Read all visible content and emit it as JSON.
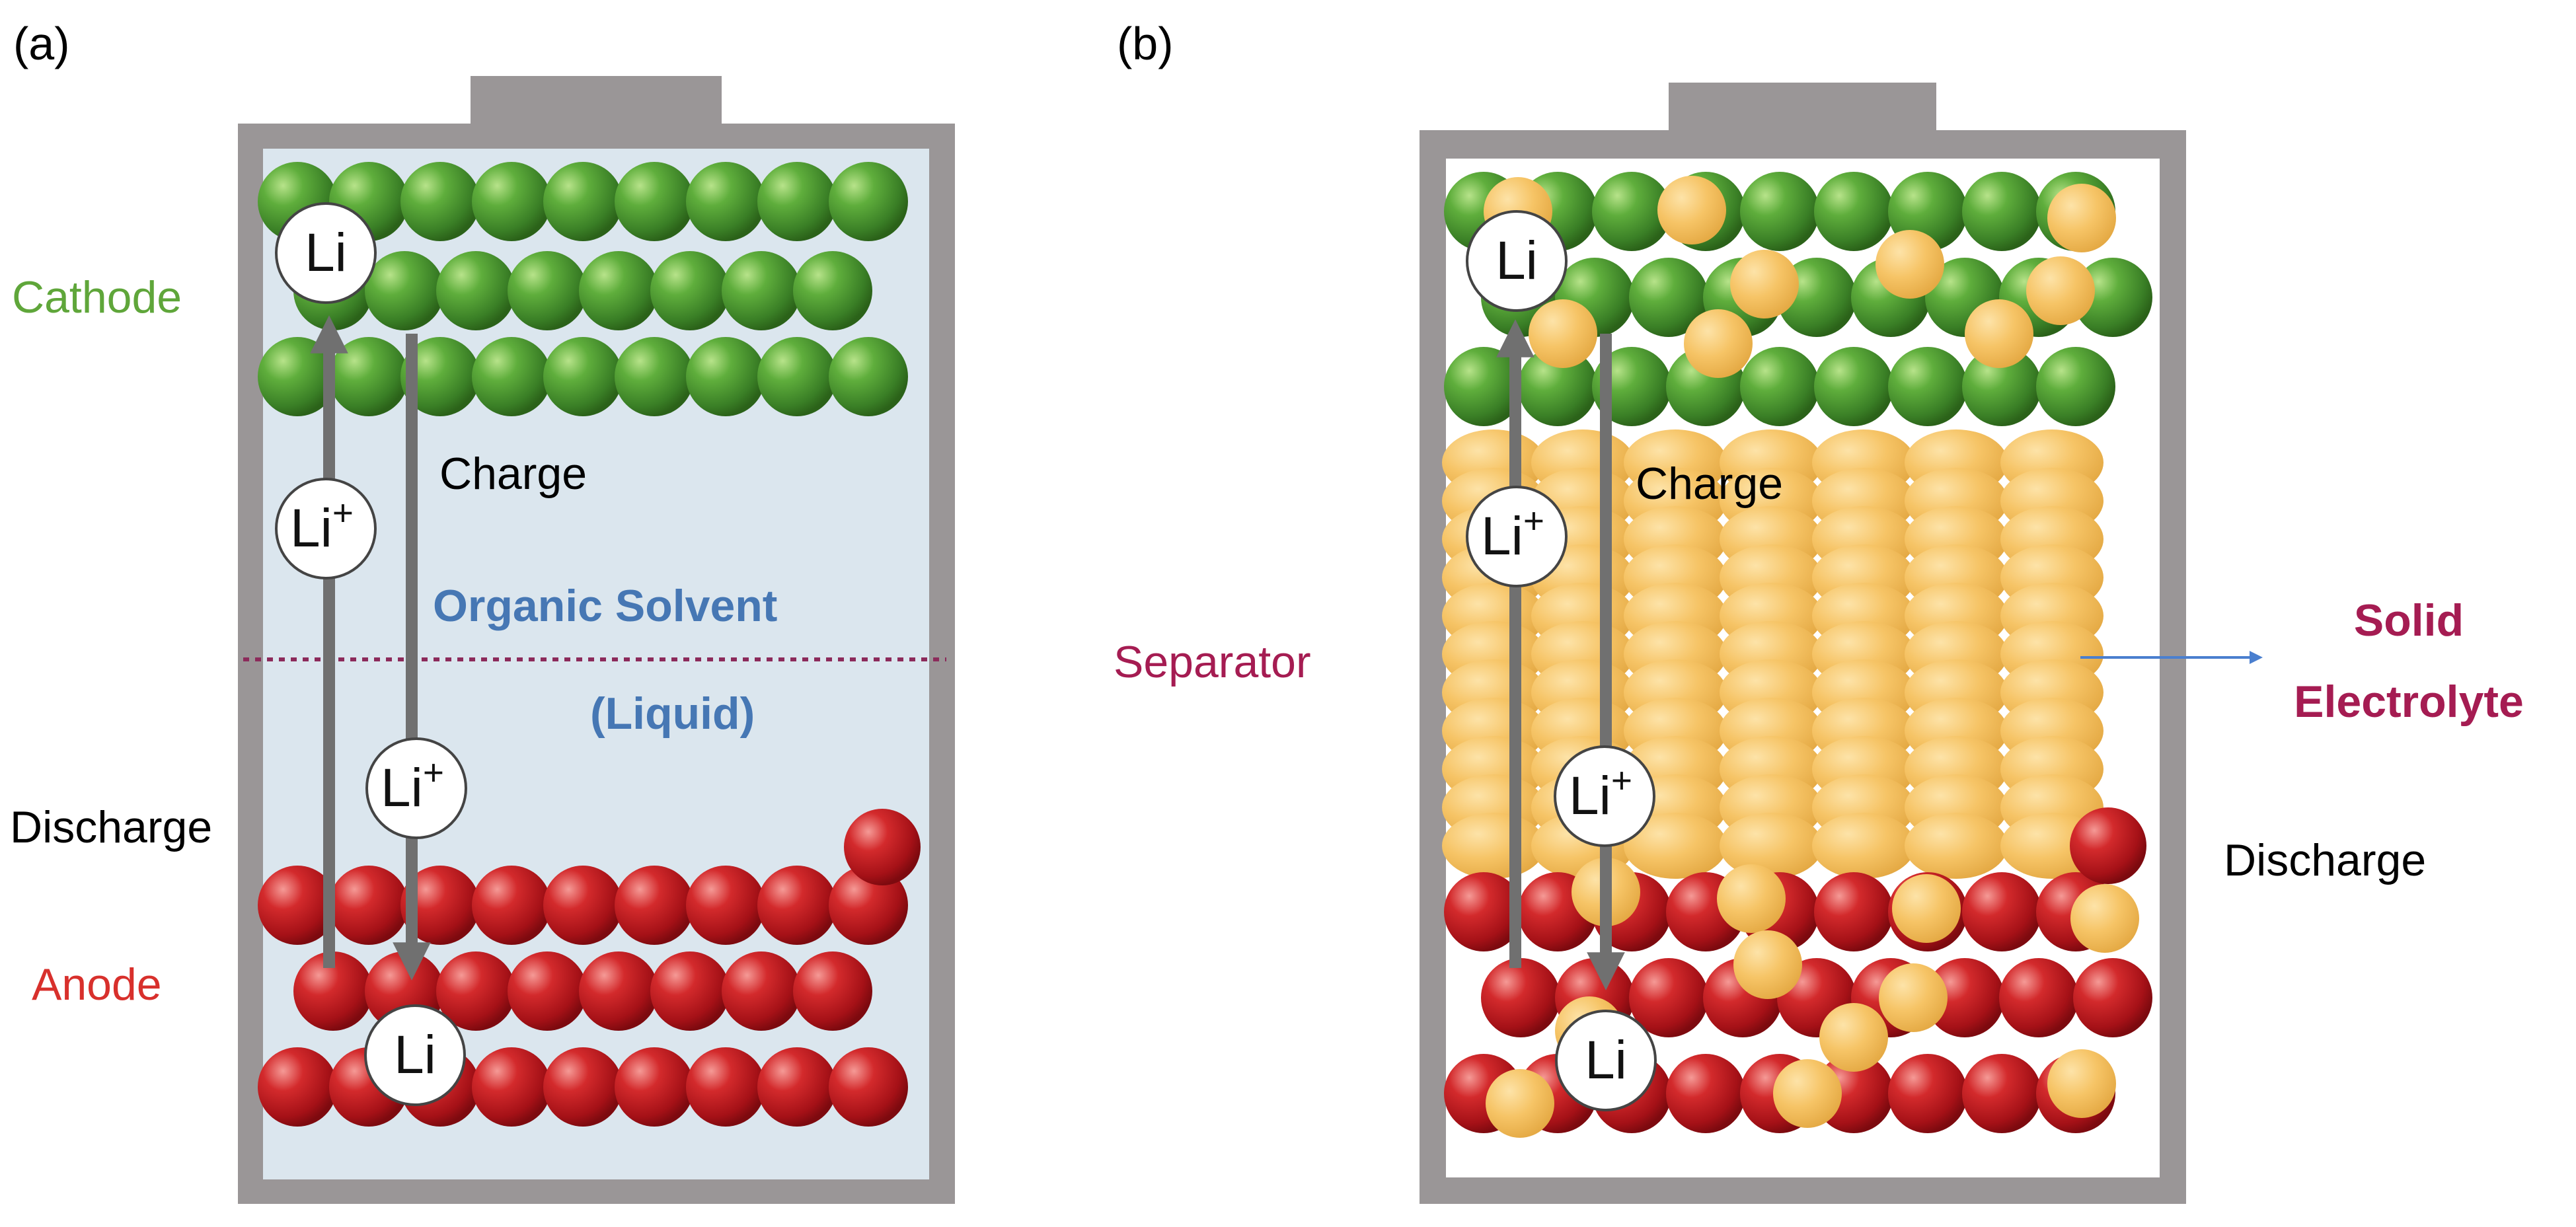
{
  "panel_a": {
    "tag": "(a)",
    "cathode": "Cathode",
    "anode": "Anode",
    "charge": "Charge",
    "discharge": "Discharge",
    "solvent_line1": "Organic Solvent",
    "solvent_line2": "(Liquid)",
    "li_top": "Li",
    "li_ion_up": "Li",
    "li_ion_down": "Li",
    "li_bottom": "Li",
    "ion_sup": "+"
  },
  "panel_b": {
    "tag": "(b)",
    "separator": "Separator",
    "charge": "Charge",
    "discharge": "Discharge",
    "solid_line1": "Solid",
    "solid_line2": "Electrolyte",
    "li_top": "Li",
    "li_ion_up": "Li",
    "li_ion_down": "Li",
    "li_bottom": "Li",
    "ion_sup": "+"
  },
  "colors": {
    "cathode": "#4e9a34",
    "anode": "#c41a1f",
    "electrolyte": "#f3be5e",
    "liquid": "#dbe6ee",
    "casing": "#9a9697",
    "arrow": "#707070",
    "label_green": "#5fa63a",
    "label_red": "#d8302c",
    "label_blue": "#4677b4",
    "label_maroon": "#a51c52",
    "pointer_blue": "#4a7fcf"
  }
}
